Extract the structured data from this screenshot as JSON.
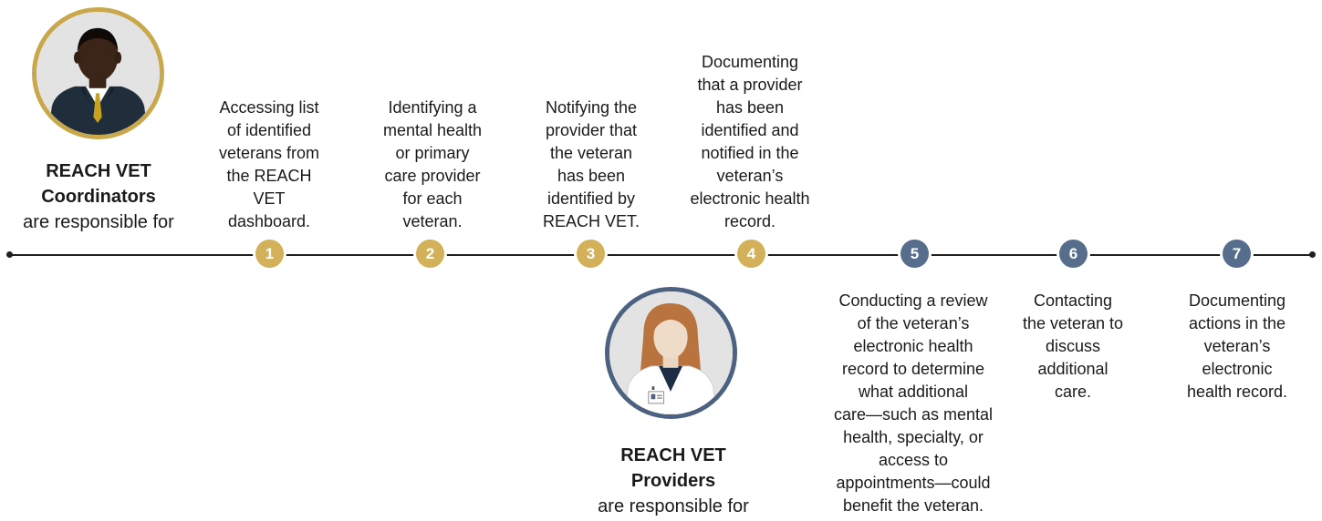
{
  "colors": {
    "coordinator_step": "#d2b15a",
    "provider_step": "#576d8c",
    "coordinator_ring": "#c9a84c",
    "provider_ring": "#4c6280",
    "line": "#1f1f1f"
  },
  "coordinators": {
    "title_line1": "REACH VET",
    "title_line2": "Coordinators",
    "subtitle": "are responsible for",
    "avatar_icon": "coordinator-man-in-suit"
  },
  "providers": {
    "title_line1": "REACH VET",
    "title_line2": "Providers",
    "subtitle": "are responsible for",
    "avatar_icon": "provider-woman-in-lab-coat"
  },
  "steps": [
    {
      "number": "1",
      "text": "Accessing list of identified veterans from the REACH VET dashboard.",
      "lines": [
        "Accessing list",
        "of identified",
        "veterans from",
        "the REACH",
        "VET",
        "dashboard."
      ],
      "role": "coordinator"
    },
    {
      "number": "2",
      "text": "Identifying a mental health or primary care provider for each veteran.",
      "lines": [
        "Identifying a",
        "mental health",
        "or primary",
        "care provider",
        "for each",
        "veteran."
      ],
      "role": "coordinator"
    },
    {
      "number": "3",
      "text": "Notifying the provider that the veteran has been identified by REACH VET.",
      "lines": [
        "Notifying the",
        "provider that",
        "the veteran",
        "has been",
        "identified by",
        "REACH VET."
      ],
      "role": "coordinator"
    },
    {
      "number": "4",
      "text": "Documenting that a provider has been identified and notified in the veteran’s electronic health record.",
      "lines": [
        "Documenting",
        "that a provider",
        "has been",
        "identified and",
        "notified in the",
        "veteran’s",
        "electronic health",
        "record."
      ],
      "role": "coordinator"
    },
    {
      "number": "5",
      "text": "Conducting a review of the veteran’s electronic health record to determine what additional care—such as mental health, specialty, or access to appointments—could benefit the veteran.",
      "lines": [
        "Conducting a review",
        "of the veteran’s",
        "electronic health",
        "record to determine",
        "what additional",
        "care—such as mental",
        "health, specialty, or",
        "access to",
        "appointments—could",
        "benefit the veteran."
      ],
      "role": "provider"
    },
    {
      "number": "6",
      "text": "Contacting the veteran to discuss additional care.",
      "lines": [
        "Contacting",
        "the veteran to",
        "discuss",
        "additional",
        "care."
      ],
      "role": "provider"
    },
    {
      "number": "7",
      "text": "Documenting actions in the veteran’s electronic health record.",
      "lines": [
        "Documenting",
        "actions in the",
        "veteran’s",
        "electronic",
        "health record."
      ],
      "role": "provider"
    }
  ]
}
